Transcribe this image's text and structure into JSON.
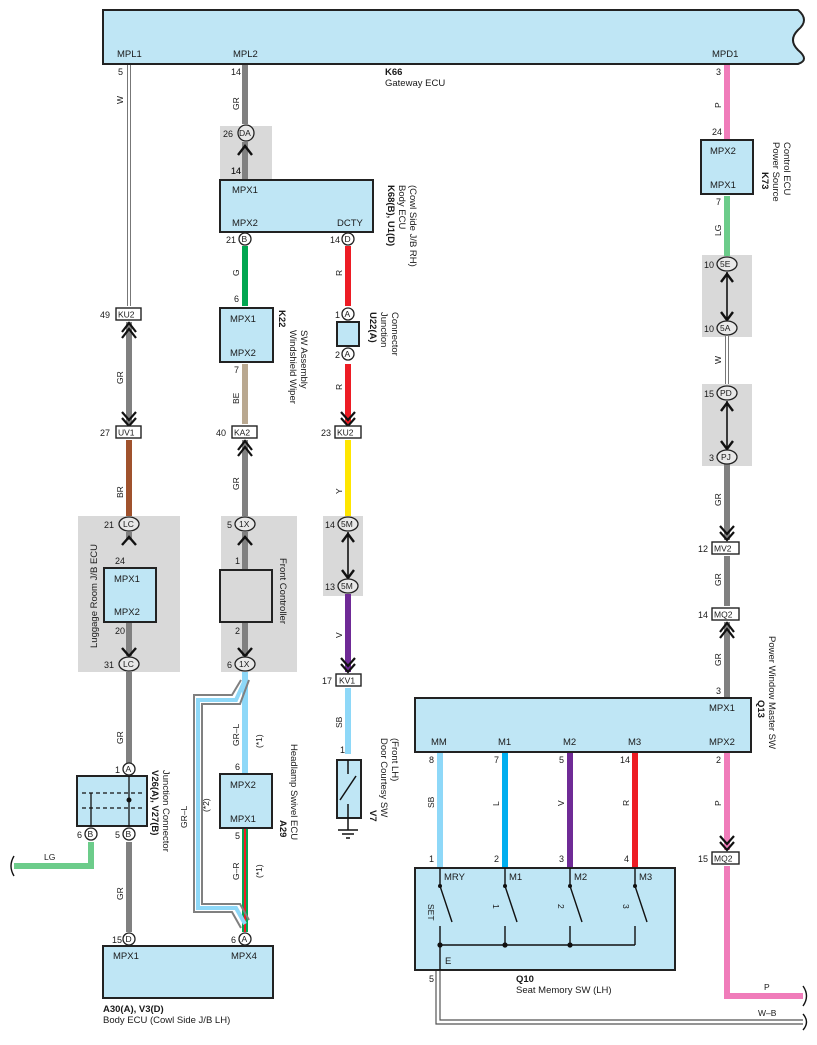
{
  "gateway": {
    "code": "K66",
    "name": "Gateway ECU",
    "terms": [
      "MPL1",
      "MPL2",
      "MPD1"
    ],
    "pins": [
      "5",
      "14",
      "3"
    ]
  },
  "body_rh": {
    "code": "K68(B), U1(D)",
    "name": "Body ECU",
    "loc": "(Cowl Side J/B RH)",
    "terms": [
      "MPX1",
      "MPX2",
      "DCTY"
    ],
    "pins": [
      "14",
      "21",
      "14"
    ],
    "conns": [
      "B",
      "D"
    ]
  },
  "wiper": {
    "code": "K22",
    "name1": "Windshield Wiper",
    "name2": "SW Assembly",
    "terms": [
      "MPX1",
      "MPX2"
    ],
    "pins": [
      "6",
      "7"
    ]
  },
  "junction_u22": {
    "code": "U22(A)",
    "name1": "Junction",
    "name2": "Connector",
    "pins": [
      "1",
      "2"
    ],
    "conn": "A"
  },
  "pwr_src": {
    "code": "K73",
    "name1": "Power Source",
    "name2": "Control ECU",
    "terms": [
      "MPX2",
      "MPX1"
    ],
    "pins": [
      "24",
      "7"
    ]
  },
  "luggage": {
    "name": "Luggage Room J/B ECU",
    "terms": [
      "MPX1",
      "MPX2"
    ],
    "pins": [
      "21",
      "24",
      "20",
      "31"
    ],
    "conn": "LC"
  },
  "front_ctrl": {
    "name": "Front Controller",
    "pins": [
      "5",
      "1",
      "2",
      "6"
    ],
    "conn": "1X"
  },
  "swivel": {
    "code": "A29",
    "name": "Headlamp Swivel ECU",
    "terms": [
      "MPX2",
      "MPX1"
    ],
    "pins": [
      "6",
      "5"
    ]
  },
  "v26": {
    "code": "V26(A), V27(B)",
    "name": "Junction Connector",
    "pins": [
      "1",
      "6",
      "5"
    ],
    "conns": [
      "A",
      "B",
      "B"
    ]
  },
  "door_sw": {
    "code": "V7",
    "name1": "Door Courtesy SW",
    "name2": "(Front LH)",
    "pin": "1"
  },
  "pw_master": {
    "code": "Q13",
    "name": "Power Window Master SW",
    "pins": [
      "3",
      "8",
      "7",
      "5",
      "14",
      "2"
    ],
    "terms": [
      "MPX1",
      "MM",
      "M1",
      "M2",
      "M3",
      "MPX2"
    ]
  },
  "seat_mem": {
    "code": "Q10",
    "name": "Seat Memory SW (LH)",
    "terms": [
      "MRY",
      "M1",
      "M2",
      "M3"
    ],
    "sw": [
      "SET",
      "1",
      "2",
      "3"
    ],
    "pins": [
      "1",
      "2",
      "3",
      "4"
    ],
    "gnd": "E",
    "gnd_pin": "5"
  },
  "body_lh": {
    "code": "A30(A), V3(D)",
    "name": "Body ECU (Cowl Side J/B LH)",
    "terms": [
      "MPX1",
      "MPX4"
    ],
    "pins": [
      "15",
      "6"
    ],
    "conns": [
      "D",
      "A"
    ]
  },
  "connectors": {
    "ku2": {
      "name": "KU2",
      "pin1": "49",
      "pin2": "23"
    },
    "uv1": {
      "name": "UV1",
      "pin": "27"
    },
    "ka2": {
      "name": "KA2",
      "pin": "40"
    },
    "kv1": {
      "name": "KV1",
      "pin": "17"
    },
    "mv2": {
      "name": "MV2",
      "pin": "12"
    },
    "mq2": {
      "name": "MQ2",
      "pin1": "14",
      "pin2": "15"
    },
    "da": {
      "name": "DA",
      "pin1": "26",
      "pin2": "14"
    },
    "ee5": {
      "name1": "5E",
      "name2": "5A",
      "pin1": "10",
      "pin2": "10"
    },
    "pd": {
      "name1": "PD",
      "name2": "PJ",
      "pin1": "15",
      "pin2": "3"
    },
    "m5": {
      "name": "5M",
      "pin1": "14",
      "pin2": "13"
    }
  },
  "wires": {
    "w": "W",
    "gr": "GR",
    "p": "P",
    "g": "G",
    "r": "R",
    "be": "BE",
    "lg": "LG",
    "br": "BR",
    "y": "Y",
    "v": "V",
    "sb": "SB",
    "l": "L",
    "grl": "GR–L",
    "gr_r": "G–R",
    "wb": "W–B",
    "note1": "(*1)",
    "note2": "(*2)"
  },
  "colors": {
    "ecu": "#bfe6f5",
    "shade": "#d9d9d9",
    "gray": "#808080",
    "pink": "#f07cba",
    "green": "#00a650",
    "red": "#ed1c24",
    "yellow": "#ffe600",
    "purple": "#6f2a96",
    "blue_l": "#00aeef",
    "sky": "#8ed8f8",
    "brown": "#a0522d",
    "beige": "#b9a890",
    "lgreen": "#6ccc8a"
  }
}
